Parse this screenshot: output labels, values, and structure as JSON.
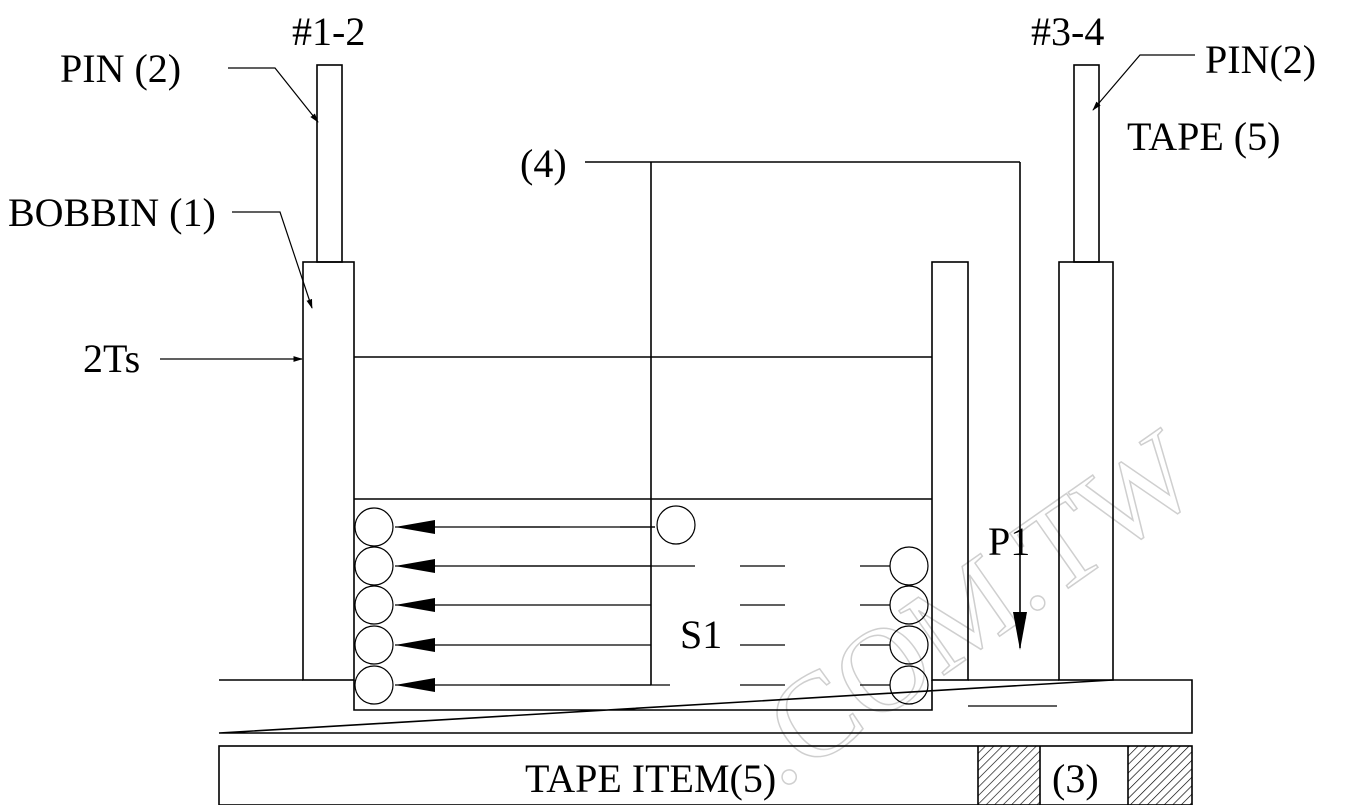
{
  "labels": {
    "pin_left": "PIN (2)",
    "pin_left_number": "#1-2",
    "pin_right": "PIN(2)",
    "pin_right_number": "#3-4",
    "tape_top": "TAPE (5)",
    "bobbin": "BOBBIN (1)",
    "turns": "2Ts",
    "wire": "(4)",
    "primary": "P1",
    "secondary": "S1",
    "tape_item": "TAPE ITEM(5)",
    "base_item": "(3)"
  },
  "watermark": ".COM.TW",
  "colors": {
    "line": "#000000",
    "watermark": "#cfcfcf"
  }
}
